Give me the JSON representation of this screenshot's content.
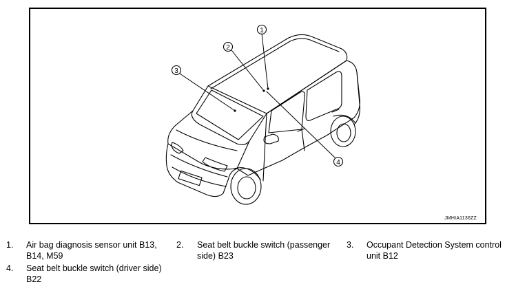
{
  "diagram": {
    "figure_code": "JMHIA1136ZZ",
    "callouts": [
      "1",
      "2",
      "3",
      "4"
    ]
  },
  "legend": [
    {
      "number": "1.",
      "text": "Air bag diagnosis sensor unit B13, B14, M59"
    },
    {
      "number": "2.",
      "text": "Seat belt buckle switch (passenger side) B23"
    },
    {
      "number": "3.",
      "text": "Occupant Detection System control unit B12"
    },
    {
      "number": "4.",
      "text": "Seat belt buckle switch (driver side) B22"
    }
  ]
}
